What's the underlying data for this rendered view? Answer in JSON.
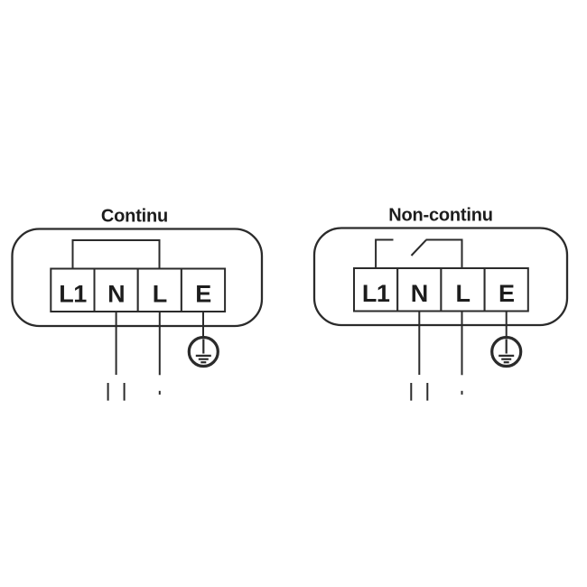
{
  "page": {
    "background_color": "#ffffff",
    "line_color": "#2b2b2b",
    "text_color": "#1d1d1d"
  },
  "diagrams": [
    {
      "id": "continu",
      "title": "Continu",
      "terminals": [
        "L1",
        "N",
        "L",
        "E"
      ],
      "link_between_l1_and_l": "closed-jumper",
      "symbols": [
        "earth-ground-icon",
        "double-bullet-connector-icon",
        "two-bullet-connector-icon"
      ]
    },
    {
      "id": "non-continu",
      "title": "Non-continu",
      "terminals": [
        "L1",
        "N",
        "L",
        "E"
      ],
      "link_between_l1_and_l": "open-switch",
      "symbols": [
        "earth-ground-icon",
        "double-bullet-connector-icon",
        "two-bullet-connector-icon"
      ]
    }
  ]
}
